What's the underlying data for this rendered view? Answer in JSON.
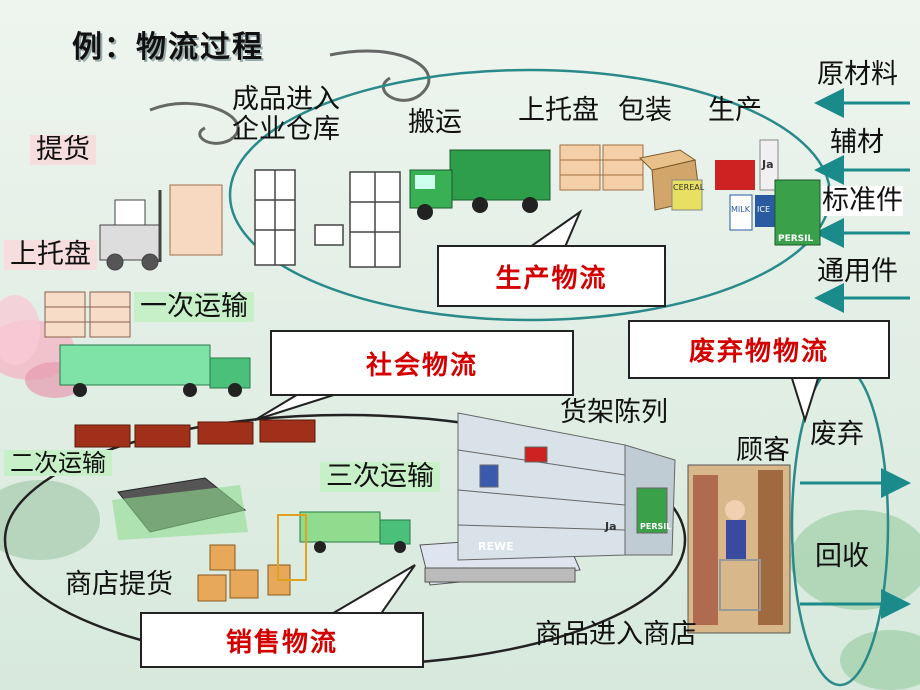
{
  "title": "例：物流过程",
  "labels": {
    "raw_materials": "原材料",
    "auxiliary_materials": "辅材",
    "standard_parts": "标准件",
    "common_parts": "通用件",
    "finished_to_warehouse": "成品进入\n企业仓库",
    "handling": "搬运",
    "palletize_top": "上托盘",
    "packaging": "包装",
    "production": "生产",
    "pickup": "提货",
    "palletize_left": "上托盘",
    "first_transport": "一次运输",
    "second_transport": "二次运输",
    "third_transport": "三次运输",
    "shelf_display": "货架陈列",
    "customer": "顾客",
    "discard": "废弃",
    "recycle": "回收",
    "store_pickup": "商店提货",
    "goods_to_store": "商品进入商店"
  },
  "callouts": {
    "production_logistics": "生产物流",
    "social_logistics": "社会物流",
    "waste_logistics": "废弃物物流",
    "sales_logistics": "销售物流"
  },
  "store_sign": "REWE",
  "product_labels": {
    "persil": "PERSIL",
    "cereal": "CEREAL",
    "milk": "MILK",
    "ice": "ICE",
    "ja": "Ja"
  },
  "colors": {
    "ellipse": "#2a8a8a",
    "arrow": "#1a8a8a",
    "callout_text": "#d40000",
    "truck_green": "#2e9e4a"
  }
}
